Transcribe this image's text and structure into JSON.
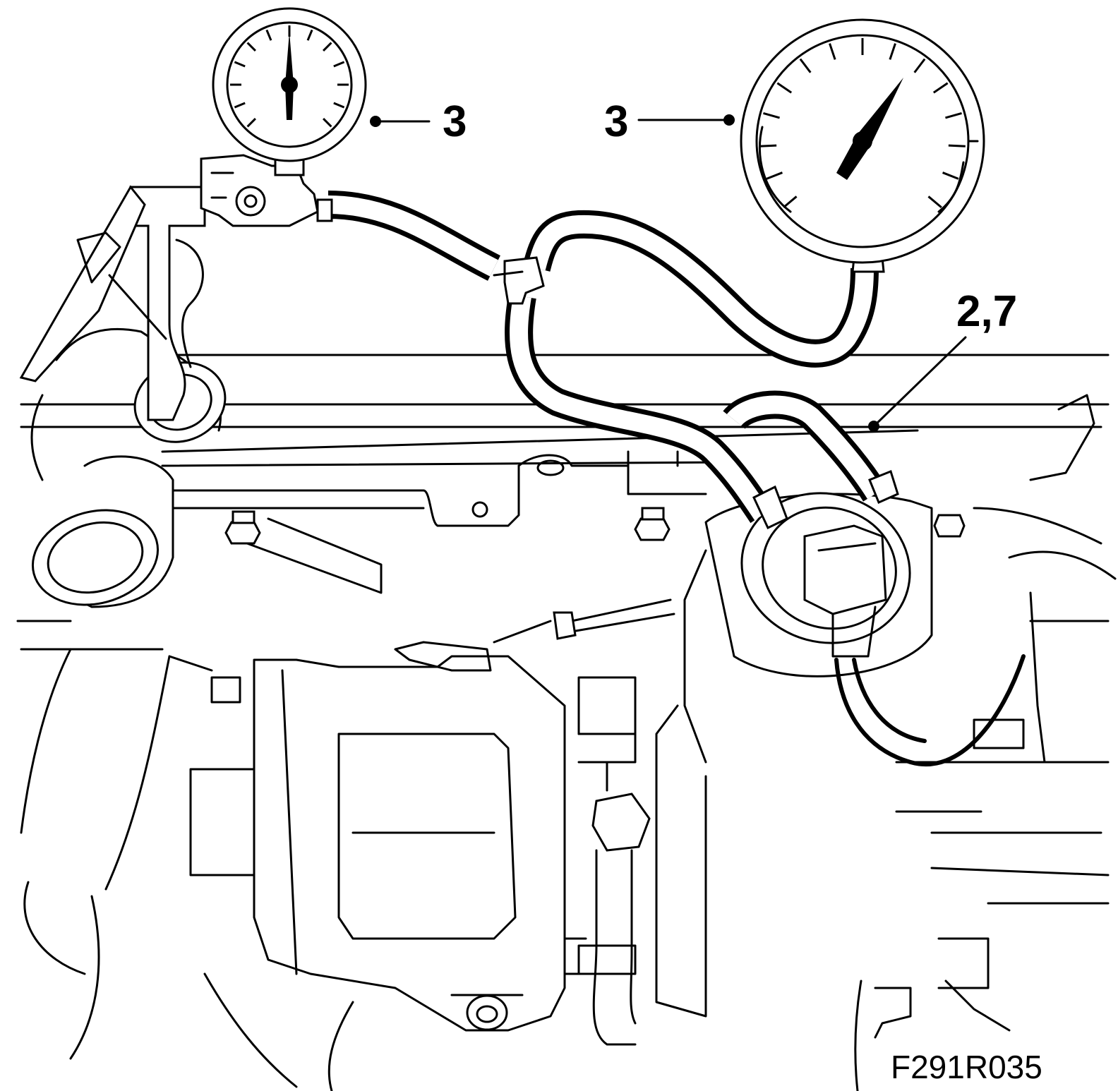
{
  "labels": {
    "vacuum_pump_gauge_callout": "3",
    "pressure_gauge_callout": "3",
    "turbo_control_callout": "2,7",
    "figure_code": "F291R035"
  },
  "colors": {
    "line": "#000000",
    "background": "#ffffff"
  }
}
